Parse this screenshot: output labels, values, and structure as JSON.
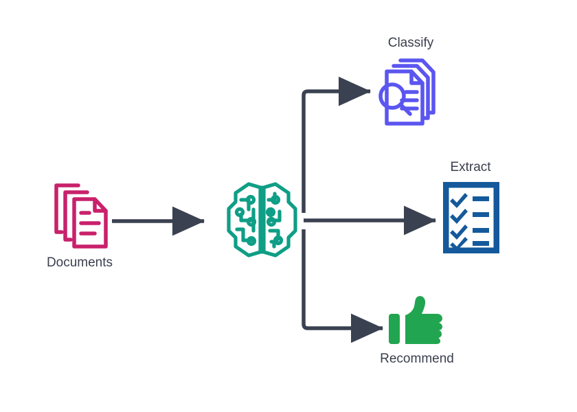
{
  "diagram": {
    "title_present": false,
    "background_color": "#ffffff",
    "arrow_color": "#3a4150",
    "label_color": "#3a3f4d",
    "nodes": [
      {
        "id": "documents",
        "label": "Documents",
        "icon": "documents-stack-icon",
        "color": "#c9216b",
        "label_position": "below"
      },
      {
        "id": "ai-engine",
        "label": "",
        "icon": "ai-circuit-brain-icon",
        "color": "#0f9e86",
        "label_position": "none"
      },
      {
        "id": "classify",
        "label": "Classify",
        "icon": "document-magnifier-icon",
        "color": "#5b55f0",
        "label_position": "above"
      },
      {
        "id": "extract",
        "label": "Extract",
        "icon": "checklist-icon",
        "color": "#14599b",
        "label_position": "above"
      },
      {
        "id": "recommend",
        "label": "Recommend",
        "icon": "thumbs-up-icon",
        "color": "#22a550",
        "label_position": "below"
      }
    ],
    "connectors": [
      {
        "from": "documents",
        "to": "ai-engine",
        "style": "straight-arrow"
      },
      {
        "from": "ai-engine",
        "to": "classify",
        "style": "elbow-up-arrow"
      },
      {
        "from": "ai-engine",
        "to": "extract",
        "style": "straight-arrow"
      },
      {
        "from": "ai-engine",
        "to": "recommend",
        "style": "elbow-down-arrow"
      }
    ]
  }
}
